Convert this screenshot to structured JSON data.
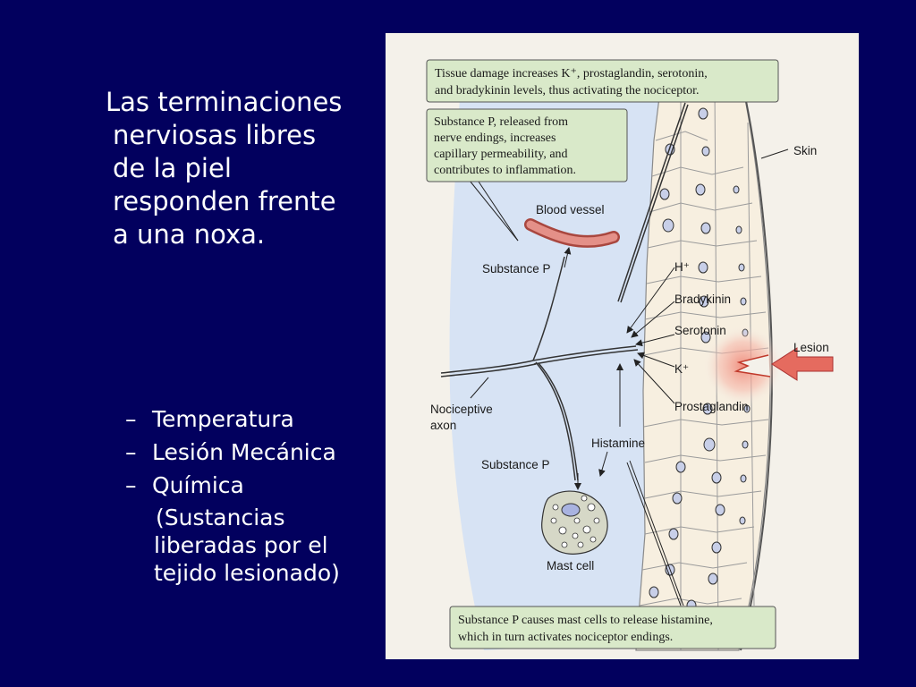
{
  "slide": {
    "colors": {
      "background": "#02005e",
      "text": "#ffffff",
      "box_fill": "#d9e9c9",
      "lesion_arrow": "#e56b5f"
    },
    "main_text": "Las terminaciones nerviosas libres de la piel responden frente a una noxa.",
    "bullets": [
      {
        "dash": "–",
        "label": "Temperatura"
      },
      {
        "dash": "–",
        "label": "Lesión Mecánica"
      },
      {
        "dash": "–",
        "label": "Química"
      }
    ],
    "bullet_note": [
      "(Sustancias",
      "liberadas por el",
      "tejido lesionado)"
    ]
  },
  "figure": {
    "top_box": [
      "Tissue damage increases K⁺, prostaglandin, serotonin,",
      "and bradykinin levels, thus activating the nociceptor."
    ],
    "sp_box": [
      "Substance P, released from",
      "nerve endings, increases",
      "capillary permeability, and",
      "contributes to inflammation."
    ],
    "bottom_box": [
      "Substance P causes mast cells to release histamine,",
      "which in turn activates nociceptor endings."
    ],
    "labels": {
      "skin": "Skin",
      "blood_vessel": "Blood vessel",
      "substance_p_upper": "Substance P",
      "substance_p_lower": "Substance P",
      "h_plus": "H⁺",
      "bradykinin": "Bradykinin",
      "serotonin": "Serotonin",
      "k_plus": "K⁺",
      "prostaglandin": "Prostaglandin",
      "lesion": "Lesion",
      "nociceptive_axon": [
        "Nociceptive",
        "axon"
      ],
      "histamine": "Histamine",
      "mast_cell": "Mast cell"
    }
  }
}
